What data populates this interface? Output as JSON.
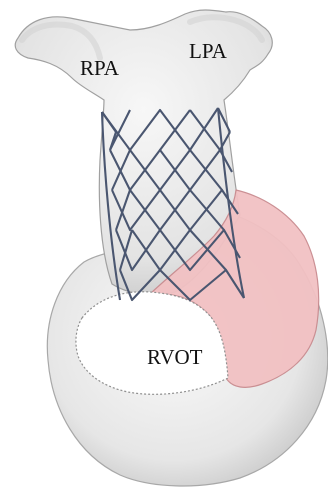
{
  "labels": {
    "rpa": "RPA",
    "lpa": "LPA",
    "rvot": "RVOT"
  },
  "colors": {
    "tissue": "#e9e9e9",
    "tissue_shadow": "#c9c9c9",
    "stent": "#4a5670",
    "patch": "#f2c1c3",
    "patch_edge": "#c98b8f",
    "opening": "#ffffff"
  },
  "structures": [
    "right-pulmonary-artery",
    "left-pulmonary-artery",
    "pulmonary-artery-trunk",
    "stent-frame",
    "rvot-patch",
    "rvot-opening",
    "right-ventricle"
  ]
}
